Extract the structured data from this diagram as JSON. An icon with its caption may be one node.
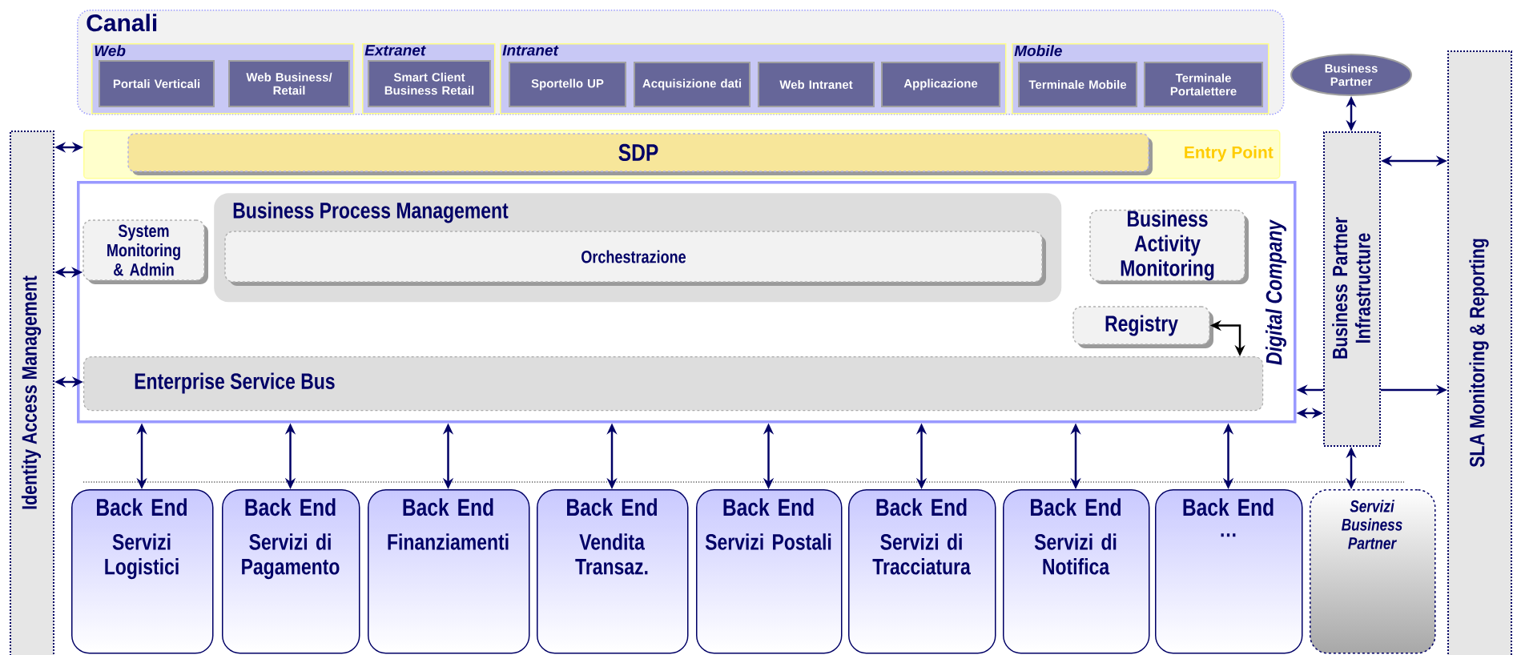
{
  "diagram": {
    "nodes": [
      {
        "text": [
          "Canali"
        ]
      },
      {
        "text": [
          "Web"
        ],
        "in": 0
      },
      {
        "text": [
          "Portali Verticali"
        ],
        "in": 1
      },
      {
        "text": [
          "Web Business/ Retail"
        ],
        "in": 1
      },
      {
        "text": [
          "Extranet"
        ],
        "in": 0
      },
      {
        "text": [
          "Smart Client Business Retail"
        ],
        "in": 4
      },
      {
        "text": [
          "Intranet"
        ],
        "in": 0
      },
      {
        "text": [
          "Sportello UP"
        ],
        "in": 6
      },
      {
        "text": [
          "Acquisizione dati"
        ],
        "in": 6
      },
      {
        "text": [
          "Web Intranet"
        ],
        "in": 6
      },
      {
        "text": [
          "Applicazione"
        ],
        "in": 6
      },
      {
        "text": [
          "Mobile"
        ],
        "in": 0
      },
      {
        "text": [
          "Terminale Mobile"
        ],
        "in": 11
      },
      {
        "text": [
          "Terminale Portalettere"
        ],
        "in": 11
      },
      {
        "text": [
          "Business Partner"
        ]
      },
      {
        "text": [
          "Entry Point"
        ]
      },
      {
        "text": [
          "SDP"
        ],
        "in": 15
      },
      {
        "text": [
          "Identity Access Management"
        ]
      },
      {
        "text": [
          "Digital Company"
        ]
      },
      {
        "text": [
          "System Monitoring & Admin"
        ],
        "in": 18
      },
      {
        "text": [
          "Business Process Management"
        ],
        "in": 18
      },
      {
        "text": [
          "Orchestrazione"
        ],
        "in": 20
      },
      {
        "text": [
          "Business Activity Monitoring"
        ],
        "in": 18
      },
      {
        "text": [
          "Registry"
        ],
        "in": 18
      },
      {
        "text": [
          "Enterprise Service Bus"
        ],
        "in": 18
      },
      {
        "text": [
          "Business Partner Infrastructure"
        ]
      },
      {
        "text": [
          "SLA Monitoring & Reporting"
        ]
      },
      {
        "text": [
          "Back End",
          "Servizi Logistici"
        ]
      },
      {
        "text": [
          "Back End",
          "Servizi di Pagamento"
        ]
      },
      {
        "text": [
          "Back End",
          "Finanziamenti"
        ]
      },
      {
        "text": [
          "Back End",
          "Vendita Transaz."
        ]
      },
      {
        "text": [
          "Back End",
          "Servizi Postali"
        ]
      },
      {
        "text": [
          "Back End",
          "Servizi di Tracciatura"
        ]
      },
      {
        "text": [
          "Back End",
          "Servizi di Notifica"
        ]
      },
      {
        "text": [
          "Back End",
          "…"
        ]
      },
      {
        "text": [
          "Servizi Business Partner"
        ]
      }
    ],
    "edges": [
      {
        "from": 17,
        "to": 15,
        "arrow": "both"
      },
      {
        "from": 17,
        "to": 19,
        "arrow": "both"
      },
      {
        "from": 17,
        "to": 24,
        "arrow": "both"
      },
      {
        "from": 14,
        "to": 25,
        "arrow": "both"
      },
      {
        "from": 25,
        "to": 26,
        "arrow": "both"
      },
      {
        "from": 25,
        "to": 18,
        "arrow": "to"
      },
      {
        "from": 25,
        "to": 26,
        "arrow": "to"
      },
      {
        "from": 18,
        "to": 25,
        "arrow": "both"
      },
      {
        "from": 23,
        "to": 24,
        "arrow": "both",
        "color": "#000000"
      },
      {
        "from": 18,
        "to": 27,
        "arrow": "both"
      },
      {
        "from": 18,
        "to": 28,
        "arrow": "both"
      },
      {
        "from": 18,
        "to": 29,
        "arrow": "both"
      },
      {
        "from": 18,
        "to": 30,
        "arrow": "both"
      },
      {
        "from": 18,
        "to": 31,
        "arrow": "both"
      },
      {
        "from": 18,
        "to": 32,
        "arrow": "both"
      },
      {
        "from": 18,
        "to": 33,
        "arrow": "both"
      },
      {
        "from": 18,
        "to": 34,
        "arrow": "both"
      },
      {
        "from": 25,
        "to": 35,
        "arrow": "both"
      }
    ]
  }
}
